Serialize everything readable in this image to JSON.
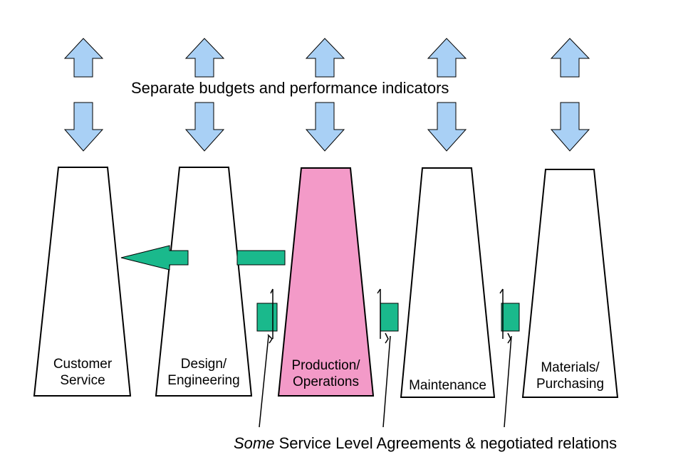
{
  "top_caption": "Separate budgets and performance indicators",
  "bottom_caption": {
    "emphasis": "Some",
    "rest": " Service Level Agreements & negotiated relations"
  },
  "departments": [
    {
      "id": "customer-service",
      "lines": [
        "Customer",
        "Service"
      ],
      "highlighted": false
    },
    {
      "id": "design-engineering",
      "lines": [
        "Design/",
        "Engineering"
      ],
      "highlighted": false
    },
    {
      "id": "production-operations",
      "lines": [
        "Production/",
        "Operations"
      ],
      "highlighted": true
    },
    {
      "id": "maintenance",
      "lines": [
        "Maintenance"
      ],
      "highlighted": false
    },
    {
      "id": "materials-purchasing",
      "lines": [
        "Materials/",
        "Purchasing"
      ],
      "highlighted": false
    }
  ],
  "colors": {
    "highlight_fill": "#f39ac8",
    "budget_arrow_fill": "#a9d0f5",
    "relation_arrow_fill": "#1ab98c",
    "outline": "#000000",
    "background": "#ffffff"
  }
}
